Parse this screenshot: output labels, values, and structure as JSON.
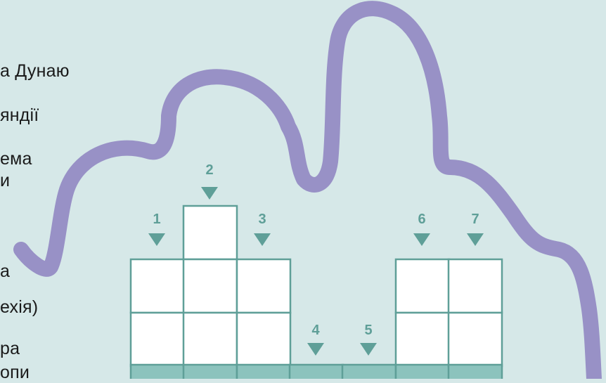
{
  "clue_lines": [
    "а Дунаю",
    "яндії",
    "ема",
    "и",
    "а",
    "ехія)",
    "ра",
    "опи"
  ],
  "column_numbers": [
    "1",
    "2",
    "3",
    "4",
    "5",
    "6",
    "7"
  ],
  "colors": {
    "background": "#d6e8e8",
    "river": "#9891c6",
    "accent_teal": "#5f9f98",
    "base_row": "#8cc3bd",
    "cell_fill": "#ffffff",
    "grid_line": "#5f9f98",
    "text": "#1a1a1a"
  },
  "icons": {
    "river": "river-line",
    "arrows": "down-triangle-arrow"
  }
}
